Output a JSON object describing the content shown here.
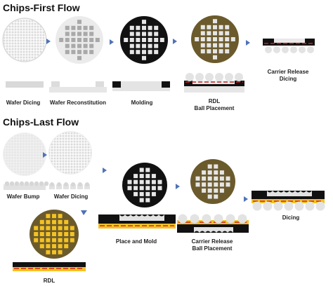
{
  "chips_first": {
    "title": "Chips-First Flow",
    "steps": [
      {
        "label": "Wafer Dicing"
      },
      {
        "label": "Wafer Reconstitution"
      },
      {
        "label": "Molding"
      },
      {
        "label": "RDL",
        "label2": "Ball Placement"
      },
      {
        "label": "Carrier Release",
        "label2": "Dicing"
      }
    ]
  },
  "chips_last": {
    "title": "Chips-Last Flow",
    "steps": [
      {
        "label": "Wafer Bump"
      },
      {
        "label": "Wafer Dicing"
      },
      {
        "label": "Place and Mold"
      },
      {
        "label": "Carrier Release",
        "label2": "Ball Placement"
      },
      {
        "label": "Dicing"
      },
      {
        "label": "RDL"
      }
    ]
  },
  "colors": {
    "arrow": "#4f73b8",
    "mold": "#111111",
    "gold": "#6b5a2c",
    "chip": "#e6e6e6",
    "rdl_red": "#cc2222",
    "solder": "#f3c224",
    "carrier": "#d9d9d9",
    "ball": "#e3e3e3"
  }
}
